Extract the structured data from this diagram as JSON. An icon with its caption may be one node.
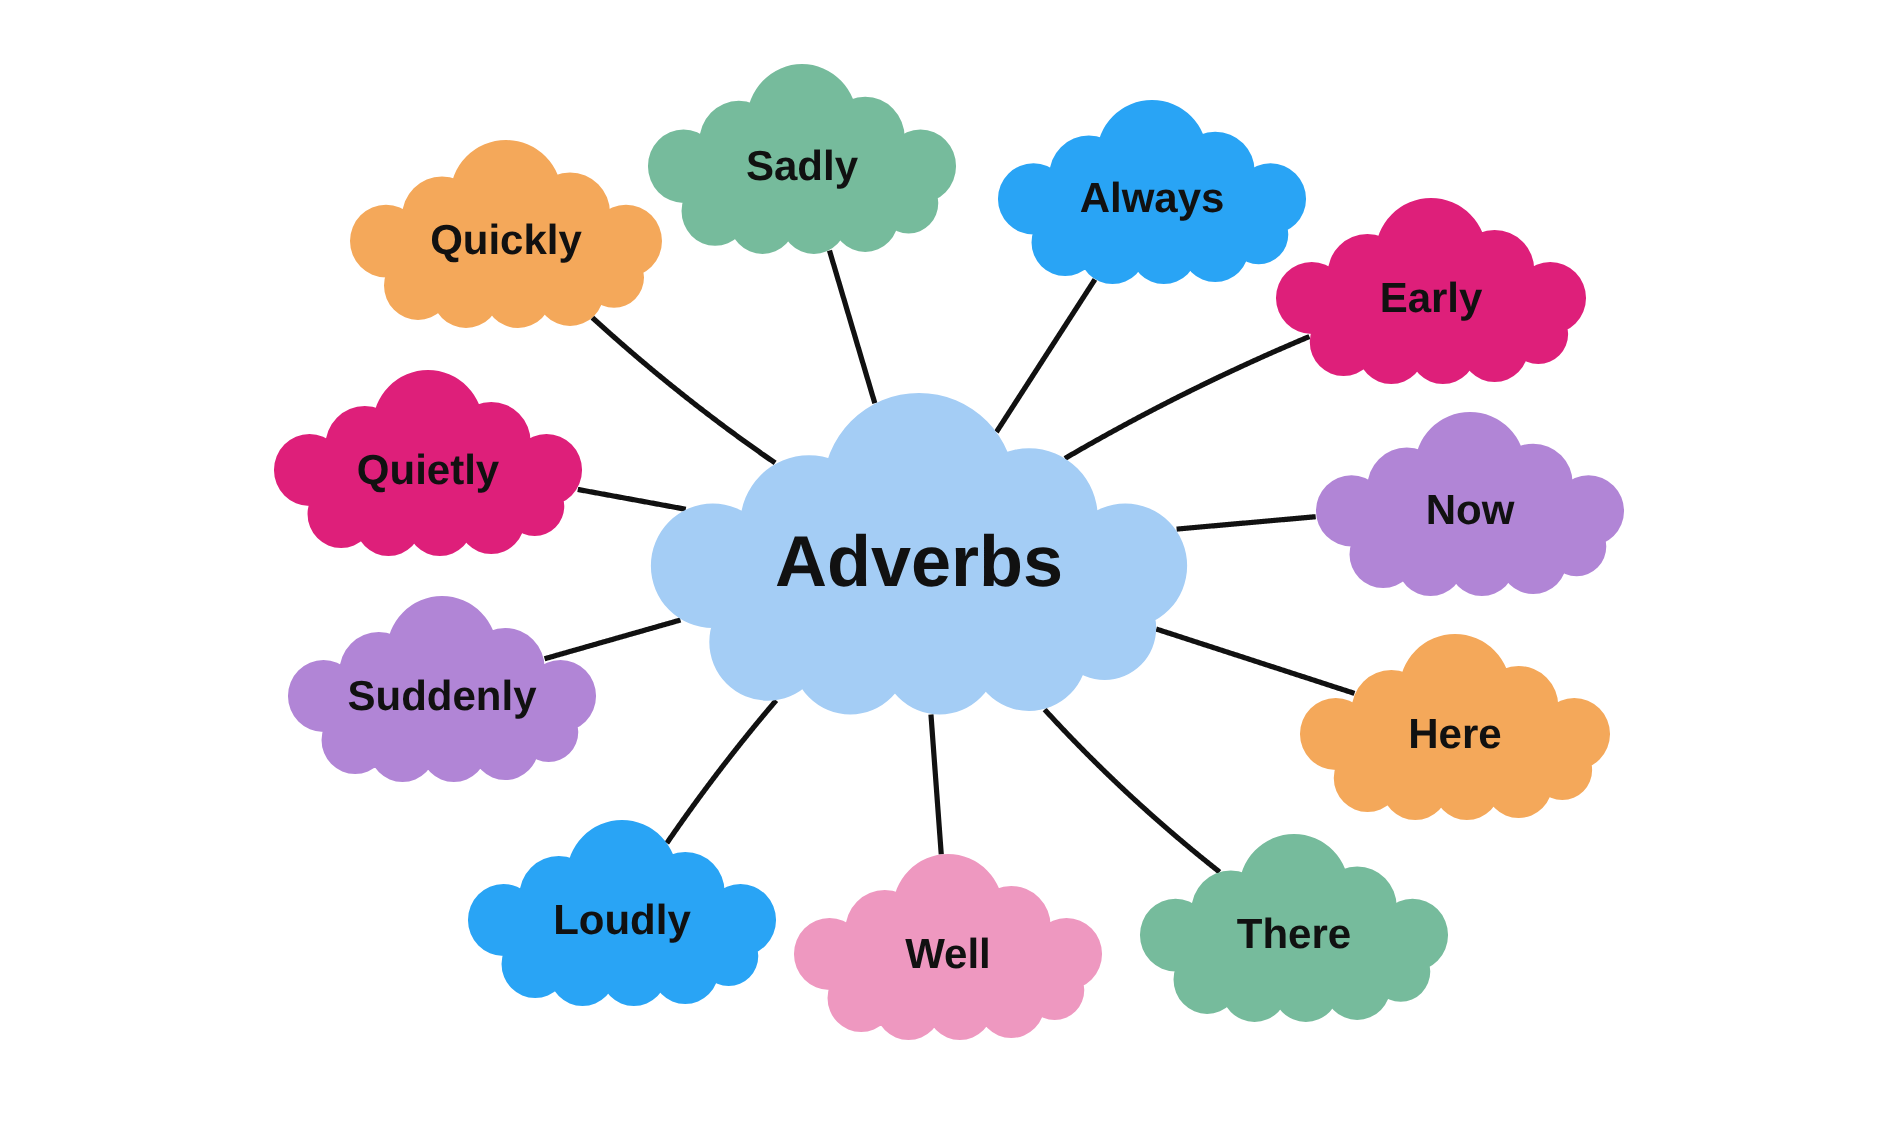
{
  "diagram": {
    "nodes": [
      {
        "text": [
          "Adverbs"
        ]
      },
      {
        "text": [
          "Sadly"
        ]
      },
      {
        "text": [
          "Always"
        ]
      },
      {
        "text": [
          "Quickly"
        ]
      },
      {
        "text": [
          "Early"
        ]
      },
      {
        "text": [
          "Quietly"
        ]
      },
      {
        "text": [
          "Now"
        ]
      },
      {
        "text": [
          "Suddenly"
        ]
      },
      {
        "text": [
          "Here"
        ]
      },
      {
        "text": [
          "Loudly"
        ]
      },
      {
        "text": [
          "There"
        ]
      },
      {
        "text": [
          "Well"
        ]
      }
    ],
    "edges": [
      {
        "from": 0,
        "to": 1,
        "arrow": "none"
      },
      {
        "from": 0,
        "to": 2,
        "arrow": "none"
      },
      {
        "from": 0,
        "to": 3,
        "arrow": "none"
      },
      {
        "from": 0,
        "to": 4,
        "arrow": "none"
      },
      {
        "from": 0,
        "to": 5,
        "arrow": "none"
      },
      {
        "from": 0,
        "to": 6,
        "arrow": "none"
      },
      {
        "from": 0,
        "to": 7,
        "arrow": "none"
      },
      {
        "from": 0,
        "to": 8,
        "arrow": "none"
      },
      {
        "from": 0,
        "to": 9,
        "arrow": "none"
      },
      {
        "from": 0,
        "to": 10,
        "arrow": "none"
      },
      {
        "from": 0,
        "to": 11,
        "arrow": "none"
      }
    ]
  }
}
